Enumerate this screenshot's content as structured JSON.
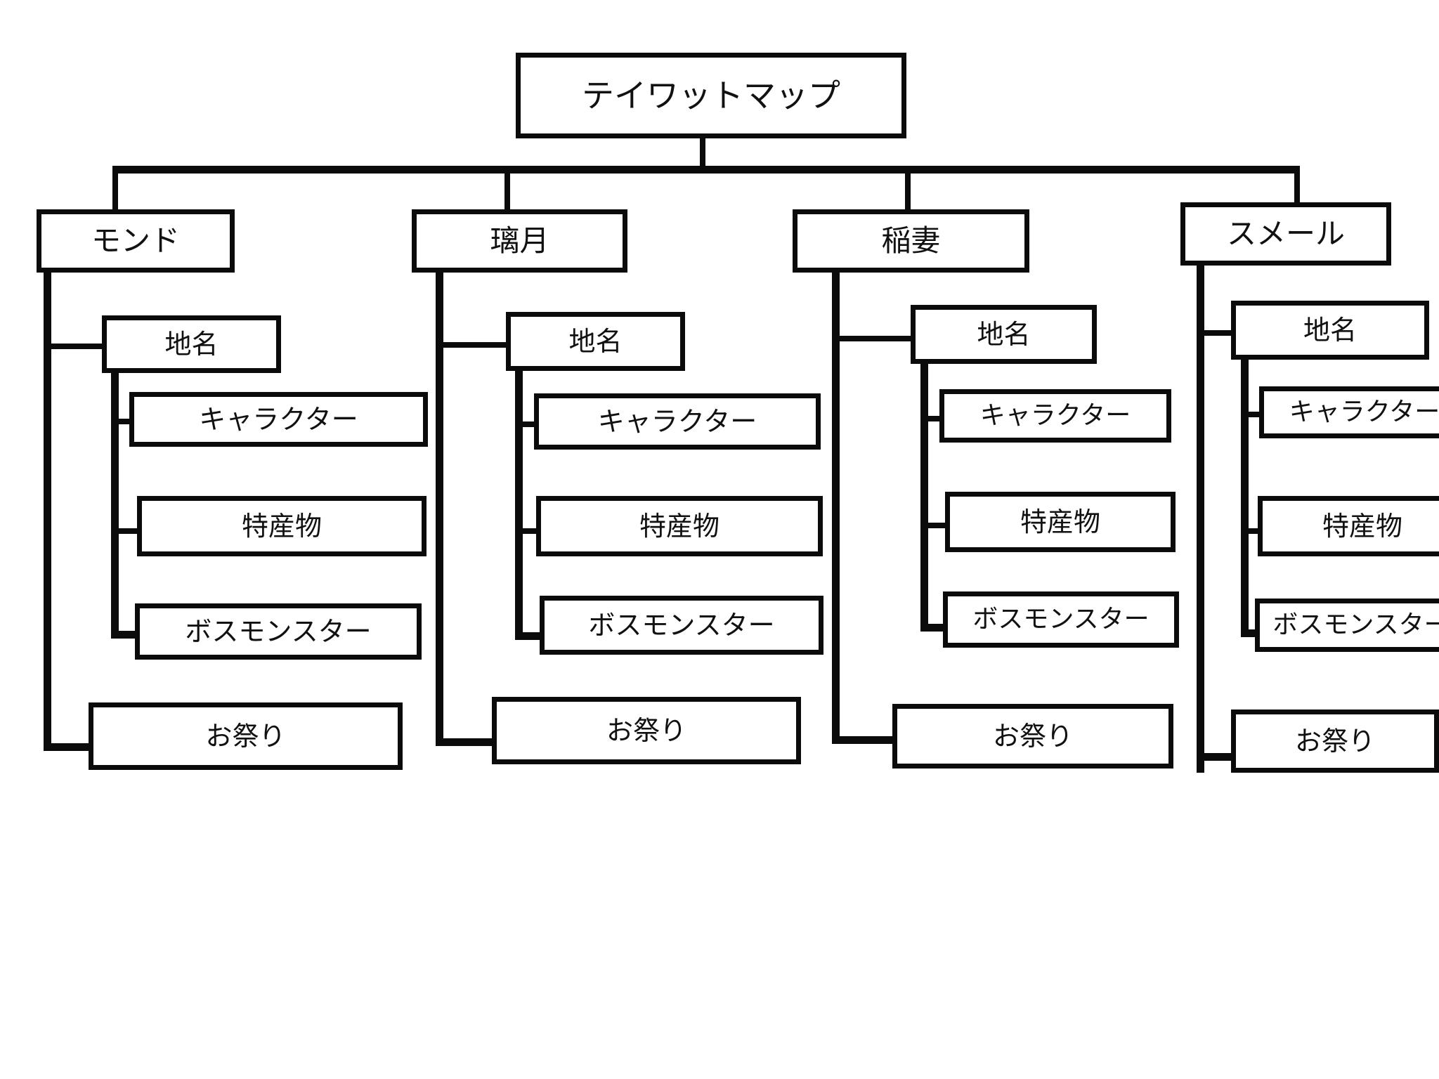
{
  "diagram": {
    "type": "hierarchy-tree",
    "style": "hand-drawn-outline",
    "root": {
      "label": "テイワットマップ"
    },
    "child_labels": {
      "place_names": "地名",
      "characters": "キャラクター",
      "specialties": "特産物",
      "boss_monsters": "ボスモンスター",
      "festivals": "お祭り"
    },
    "regions": [
      {
        "label": "モンド",
        "children": [
          "地名",
          "キャラクター",
          "特産物",
          "ボスモンスター",
          "お祭り"
        ]
      },
      {
        "label": "璃月",
        "children": [
          "地名",
          "キャラクター",
          "特産物",
          "ボスモンスター",
          "お祭り"
        ]
      },
      {
        "label": "稲妻",
        "children": [
          "地名",
          "キャラクター",
          "特産物",
          "ボスモンスター",
          "お祭り"
        ]
      },
      {
        "label": "スメール",
        "children": [
          "地名",
          "キャラクター",
          "特産物",
          "ボスモンスター",
          "お祭り"
        ]
      }
    ],
    "colors": {
      "background": "#ffffff",
      "stroke": "#0b0b0b",
      "text": "#111111",
      "node_fill": "#ffffff"
    }
  }
}
